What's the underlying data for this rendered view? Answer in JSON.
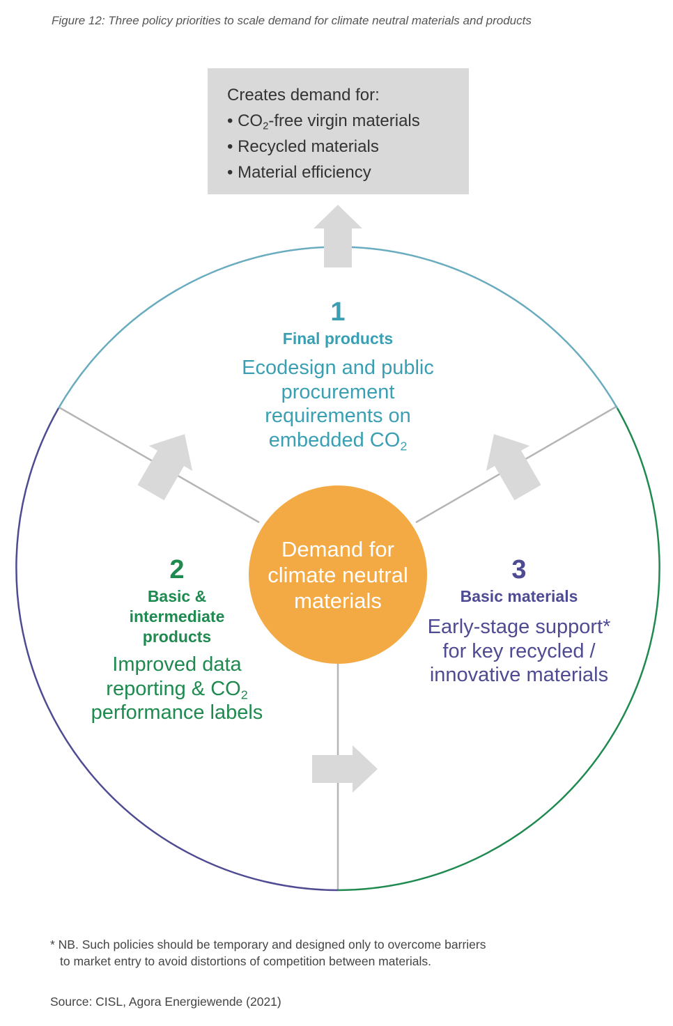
{
  "caption": "Figure 12: Three policy priorities to scale demand for climate neutral materials and products",
  "demand_box": {
    "heading": "Creates demand for:",
    "items": [
      {
        "pre": "CO",
        "sub": "2",
        "post": "-free virgin materials"
      },
      {
        "pre": "Recycled materials",
        "sub": "",
        "post": ""
      },
      {
        "pre": "Material efficiency",
        "sub": "",
        "post": ""
      }
    ]
  },
  "hub": {
    "label": "Demand for climate neutral materials"
  },
  "segments": [
    {
      "number": "1",
      "heading": "Final products",
      "body_pre": "Ecodesign and public procurement requirements on embedded CO",
      "body_sub": "2",
      "body_post": "",
      "color": "#3b9fb3"
    },
    {
      "number": "2",
      "heading": "Basic & intermediate products",
      "body_pre": "Improved data reporting & CO",
      "body_sub": "2",
      "body_post": " performance labels",
      "color": "#1f8a4f"
    },
    {
      "number": "3",
      "heading": "Basic materials",
      "body_pre": "Early-stage support* for key recycled / innovative materials",
      "body_sub": "",
      "body_post": "",
      "color": "#4e4b92"
    }
  ],
  "colors": {
    "arrow": "#d9d9d9",
    "divider": "#b5b5b5",
    "hub": "#f3aa44",
    "box": "#d9d9d9"
  },
  "footnote": {
    "line1": "* NB. Such policies should be temporary and designed only to overcome barriers",
    "line2": "to market entry to avoid distortions of competition between materials."
  },
  "source": "Source: CISL, Agora Energiewende (2021)"
}
